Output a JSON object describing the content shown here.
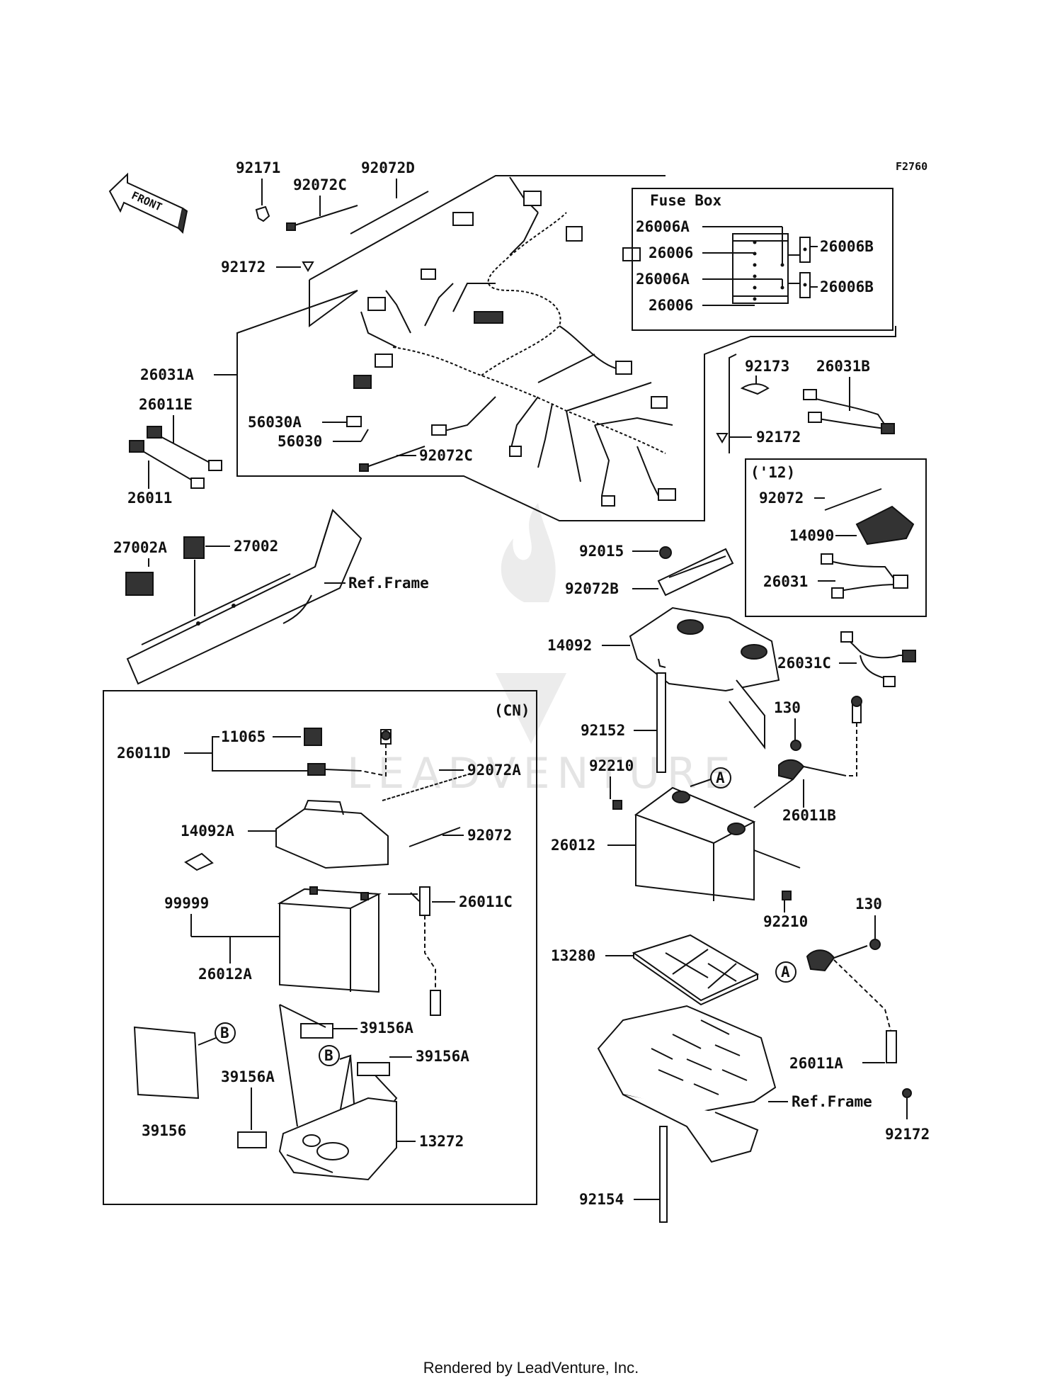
{
  "diagram": {
    "code": "F2760",
    "front_label": "FRONT",
    "fuse_box_title": "Fuse Box",
    "cn_label": "(CN)",
    "year_label": "('12)",
    "watermark": "LEADVENTURE",
    "ref_frame": "Ref.Frame",
    "callout_a": "A",
    "callout_b": "B",
    "parts": {
      "p92171": "92171",
      "p92072C": "92072C",
      "p92072D": "92072D",
      "p92172": "92172",
      "p26006A": "26006A",
      "p26006": "26006",
      "p26006B": "26006B",
      "p26031A": "26031A",
      "p26011E": "26011E",
      "p26011": "26011",
      "p56030A": "56030A",
      "p56030": "56030",
      "p92173": "92173",
      "p26031B": "26031B",
      "p27002A": "27002A",
      "p27002": "27002",
      "p92072": "92072",
      "p14090": "14090",
      "p26031": "26031",
      "p92015": "92015",
      "p92072B": "92072B",
      "p14092": "14092",
      "p26031C": "26031C",
      "p92152": "92152",
      "p130": "130",
      "p11065": "11065",
      "p26011D": "26011D",
      "p92072A": "92072A",
      "p14092A": "14092A",
      "p99999": "99999",
      "p26011C": "26011C",
      "p26012A": "26012A",
      "p39156A": "39156A",
      "p39156": "39156",
      "p13272": "13272",
      "p92210": "92210",
      "p26012": "26012",
      "p26011B": "26011B",
      "p13280": "13280",
      "p26011A": "26011A",
      "p92154": "92154"
    }
  },
  "footer": {
    "text": "Rendered by LeadVenture, Inc."
  }
}
